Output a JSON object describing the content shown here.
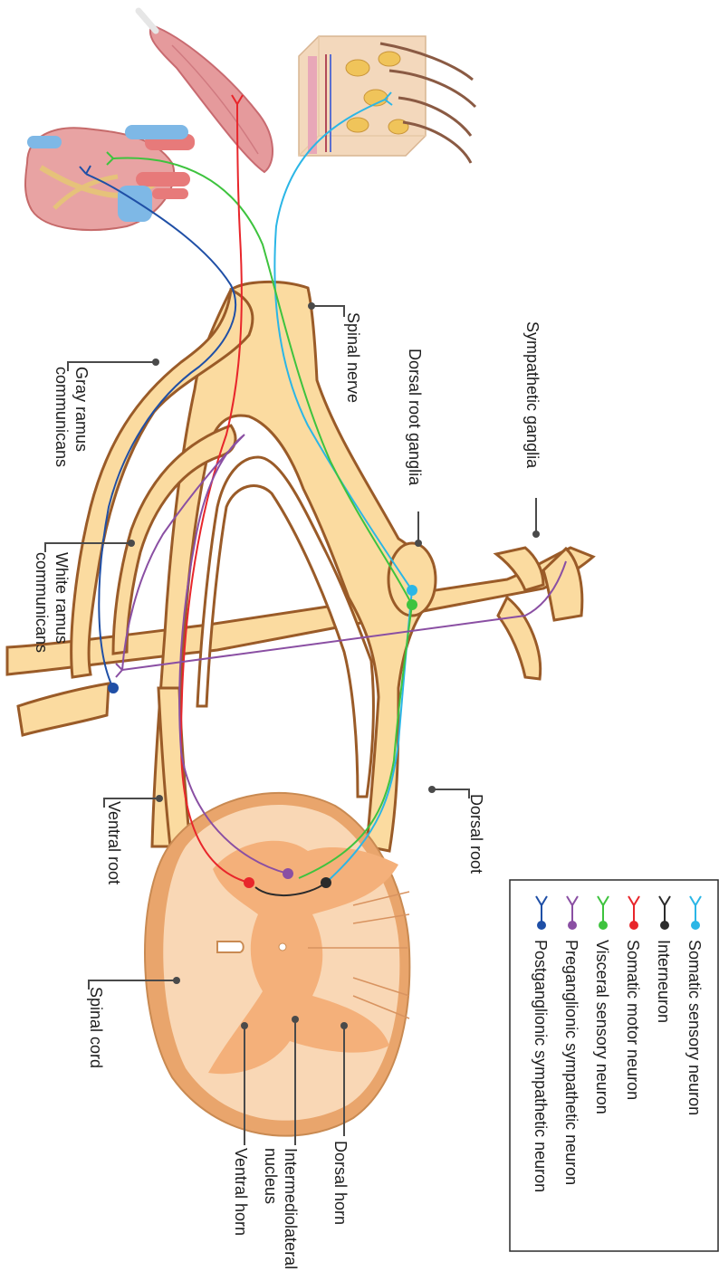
{
  "labels": {
    "sympathetic_ganglia": "Sympathetic ganglia",
    "dorsal_root_ganglia": "Dorsal root ganglia",
    "spinal_nerve": "Spinal nerve",
    "gray_ramus_1": "Gray ramus",
    "gray_ramus_2": "communicans",
    "white_ramus_1": "White ramus",
    "white_ramus_2": "communicans",
    "dorsal_root": "Dorsal root",
    "ventral_root": "Ventral root",
    "spinal_cord": "Spinal cord",
    "dorsal_horn": "Dorsal horn",
    "intermediolateral_1": "Intermediolateral",
    "intermediolateral_2": "nucleus",
    "ventral_horn": "Ventral horn"
  },
  "legend": {
    "items": [
      {
        "label": "Somatic sensory neuron",
        "color": "#2bb6e6"
      },
      {
        "label": "Interneuron",
        "color": "#2b2b2b"
      },
      {
        "label": "Somatic motor neuron",
        "color": "#e8262b"
      },
      {
        "label": "Visceral sensory neuron",
        "color": "#3ec33e"
      },
      {
        "label": "Preganglionic sympathetic neuron",
        "color": "#8a4fa3"
      },
      {
        "label": "Postganglionic sympathetic neuron",
        "color": "#1f4fa6"
      }
    ]
  },
  "colors": {
    "nerve_fill": "#fbdba0",
    "nerve_stroke": "#9a5b28",
    "cord_fill": "#f9d7b5",
    "cord_outer": "#e9a56c",
    "gray_matter": "#f4b07a"
  },
  "icons": [
    "heart-icon",
    "muscle-icon",
    "skin-icon"
  ]
}
